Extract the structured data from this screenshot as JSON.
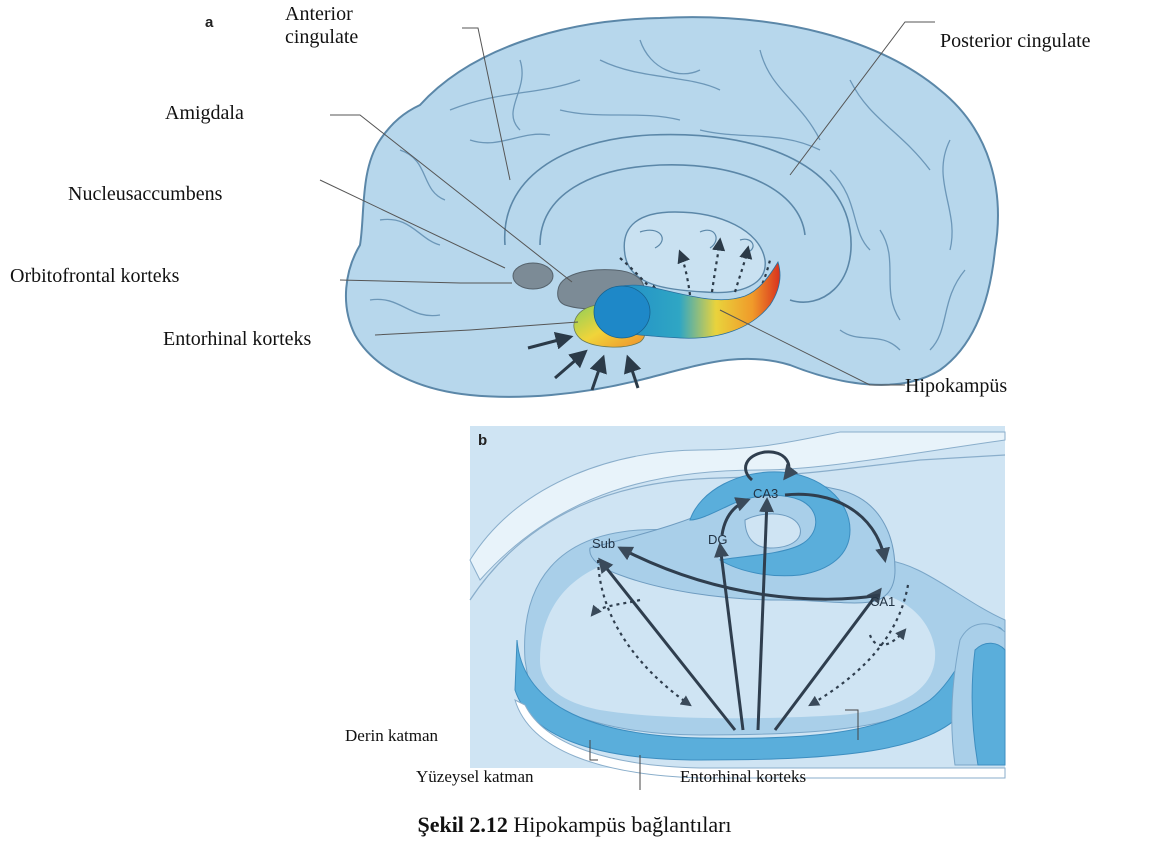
{
  "panel_a": {
    "letter": "a",
    "labels": {
      "anterior_cingulate": "Anterior\ncingulate",
      "posterior_cingulate": "Posterior cingulate",
      "amigdala": "Amigdala",
      "nucleus_accumbens": "Nucleusaccumbens",
      "orbitofrontal": "Orbitofrontal korteks",
      "entorhinal": "Entorhinal korteks",
      "hipokampus": "Hipokampüs"
    }
  },
  "panel_b": {
    "letter": "b",
    "inner_labels": {
      "ca3": "CA3",
      "dg": "DG",
      "sub": "Sub",
      "ca1": "CA1"
    },
    "labels": {
      "derin": "Derin katman",
      "yuzeysel": "Yüzeysel katman",
      "entorhinal": "Entorhinal korteks"
    }
  },
  "caption": {
    "bold": "Şekil 2.12",
    "text": "Hipokampüs bağlantıları"
  },
  "colors": {
    "brain_fill": "#b7d7ec",
    "brain_stroke": "#5b87a8",
    "hippo_blue": "#1e88c8",
    "panel_b_bg": "#cfe4f3",
    "layer_blue": "#5aaedb"
  }
}
